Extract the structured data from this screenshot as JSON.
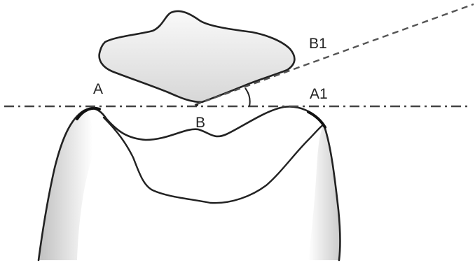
{
  "diagram": {
    "labels": {
      "a": "A",
      "a1": "A1",
      "b": "B",
      "b1": "B1"
    },
    "colors": {
      "ink": "#222222",
      "reference_line": "#444444",
      "shading": "#8c8c8c",
      "background": "#ffffff"
    }
  }
}
